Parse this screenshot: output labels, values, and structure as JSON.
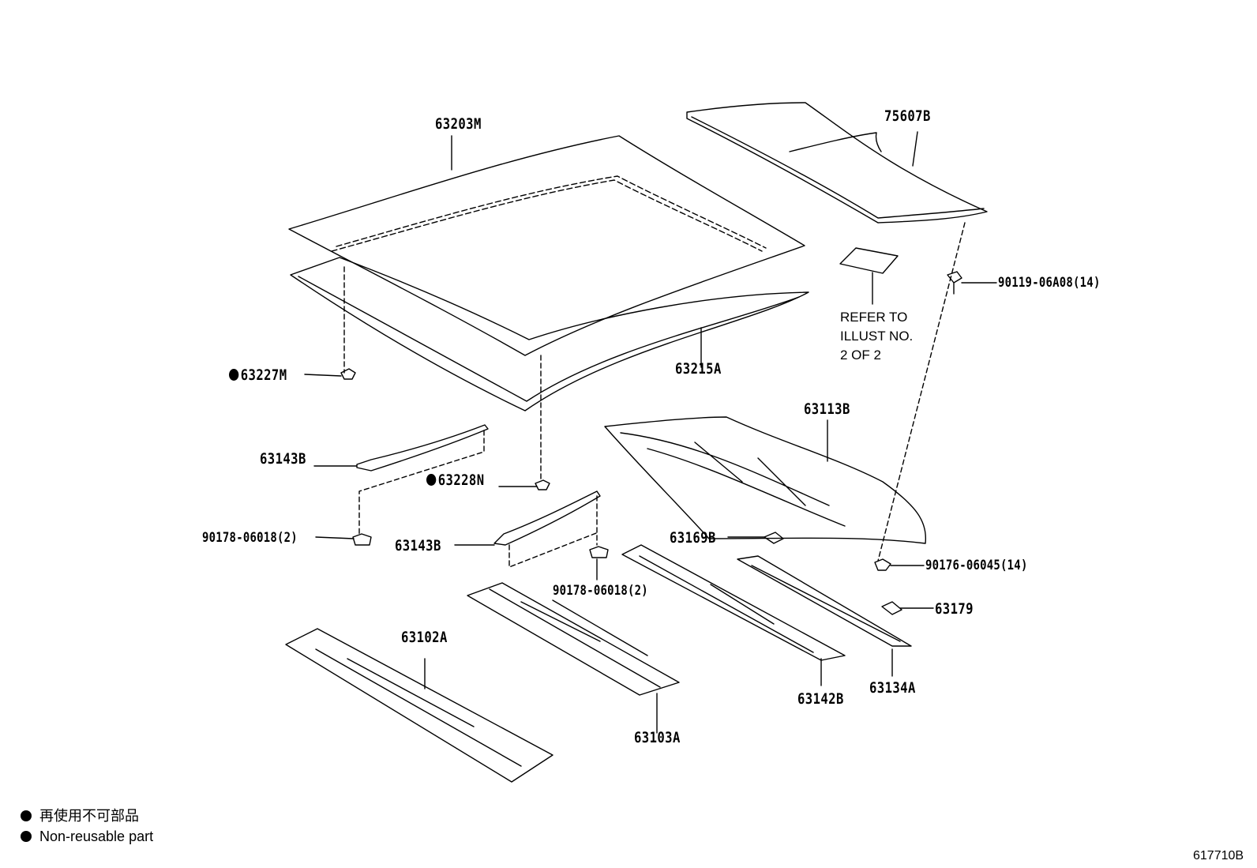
{
  "parts": {
    "p63203M": "63203M",
    "p75607B": "75607B",
    "p90119": "90119-06A08(14)",
    "p63227M": "63227M",
    "p63215A": "63215A",
    "p63113B": "63113B",
    "p63143B_1": "63143B",
    "p63228N": "63228N",
    "p90178_1": "90178-06018(2)",
    "p63143B_2": "63143B",
    "p63169B": "63169B",
    "p90176": "90176-06045(14)",
    "p90178_2": "90178-06018(2)",
    "p63179": "63179",
    "p63102A": "63102A",
    "p63103A": "63103A",
    "p63142B": "63142B",
    "p63134A": "63134A"
  },
  "refer": {
    "line1": "REFER TO",
    "line2": "ILLUST NO.",
    "line3": "2 OF 2"
  },
  "legend": {
    "japanese": "再使用不可部品",
    "english": "Non-reusable part"
  },
  "figure_id": "617710B"
}
